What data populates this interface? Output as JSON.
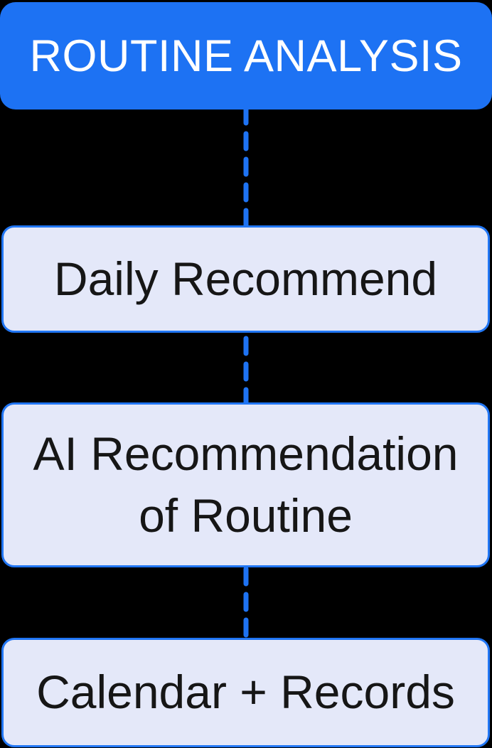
{
  "diagram": {
    "title": {
      "label": "ROUTINE ANALYSIS"
    },
    "nodes": [
      {
        "label": "Daily Recommend"
      },
      {
        "label": "AI Recommendation\nof Routine"
      },
      {
        "label": "Calendar + Records"
      }
    ],
    "connector": {
      "style": "dashed",
      "direction": "vertical"
    },
    "colors": {
      "accent_blue": "#1d72f3",
      "node_border_blue": "#2176f4",
      "node_fill": "#e4e8f9",
      "node_text": "#161616",
      "title_text": "#ffffff",
      "background": "#000000"
    }
  }
}
